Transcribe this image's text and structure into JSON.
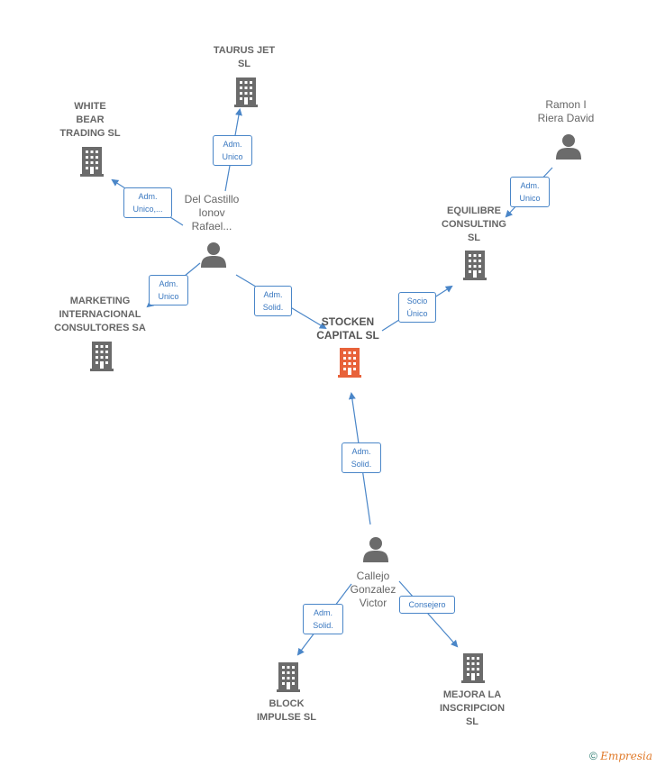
{
  "colors": {
    "edge": "#4a86c8",
    "company": "#6b6b6b",
    "center": "#e8623a",
    "person": "#6b6b6b"
  },
  "nodes": {
    "stocken": {
      "label": "STOCKEN\nCAPITAL  SL",
      "icon": "building-icon"
    },
    "taurus": {
      "label": "TAURUS JET\nSL",
      "icon": "building-icon"
    },
    "whitebear": {
      "label": "WHITE\nBEAR\nTRADING  SL",
      "icon": "building-icon"
    },
    "marketing": {
      "label": "MARKETING\nINTERNACIONAL\nCONSULTORES SA",
      "icon": "building-icon"
    },
    "equilibre": {
      "label": "EQUILIBRE\nCONSULTING\nSL",
      "icon": "building-icon"
    },
    "block": {
      "label": "BLOCK\nIMPULSE  SL",
      "icon": "building-icon"
    },
    "mejora": {
      "label": "MEJORA LA\nINSCRIPCION\nSL",
      "icon": "building-icon"
    },
    "delcastillo": {
      "label": "Del Castillo\nIonov\nRafael...",
      "icon": "person-icon"
    },
    "ramon": {
      "label": "Ramon I\nRiera David",
      "icon": "person-icon"
    },
    "callejo": {
      "label": "Callejo\nGonzalez\nVictor",
      "icon": "person-icon"
    }
  },
  "edges": {
    "dc_taurus": "Adm.\nUnico",
    "dc_whitebear": "Adm.\nUnico,...",
    "dc_marketing": "Adm.\nUnico",
    "dc_stocken": "Adm.\nSolid.",
    "ramon_equilibre": "Adm.\nUnico",
    "stocken_equilibre": "Socio\nÚnico",
    "callejo_stocken": "Adm.\nSolid.",
    "callejo_block": "Adm.\nSolid.",
    "callejo_mejora": "Consejero"
  },
  "footer": {
    "copyright": "©",
    "brand": "Empresia"
  }
}
